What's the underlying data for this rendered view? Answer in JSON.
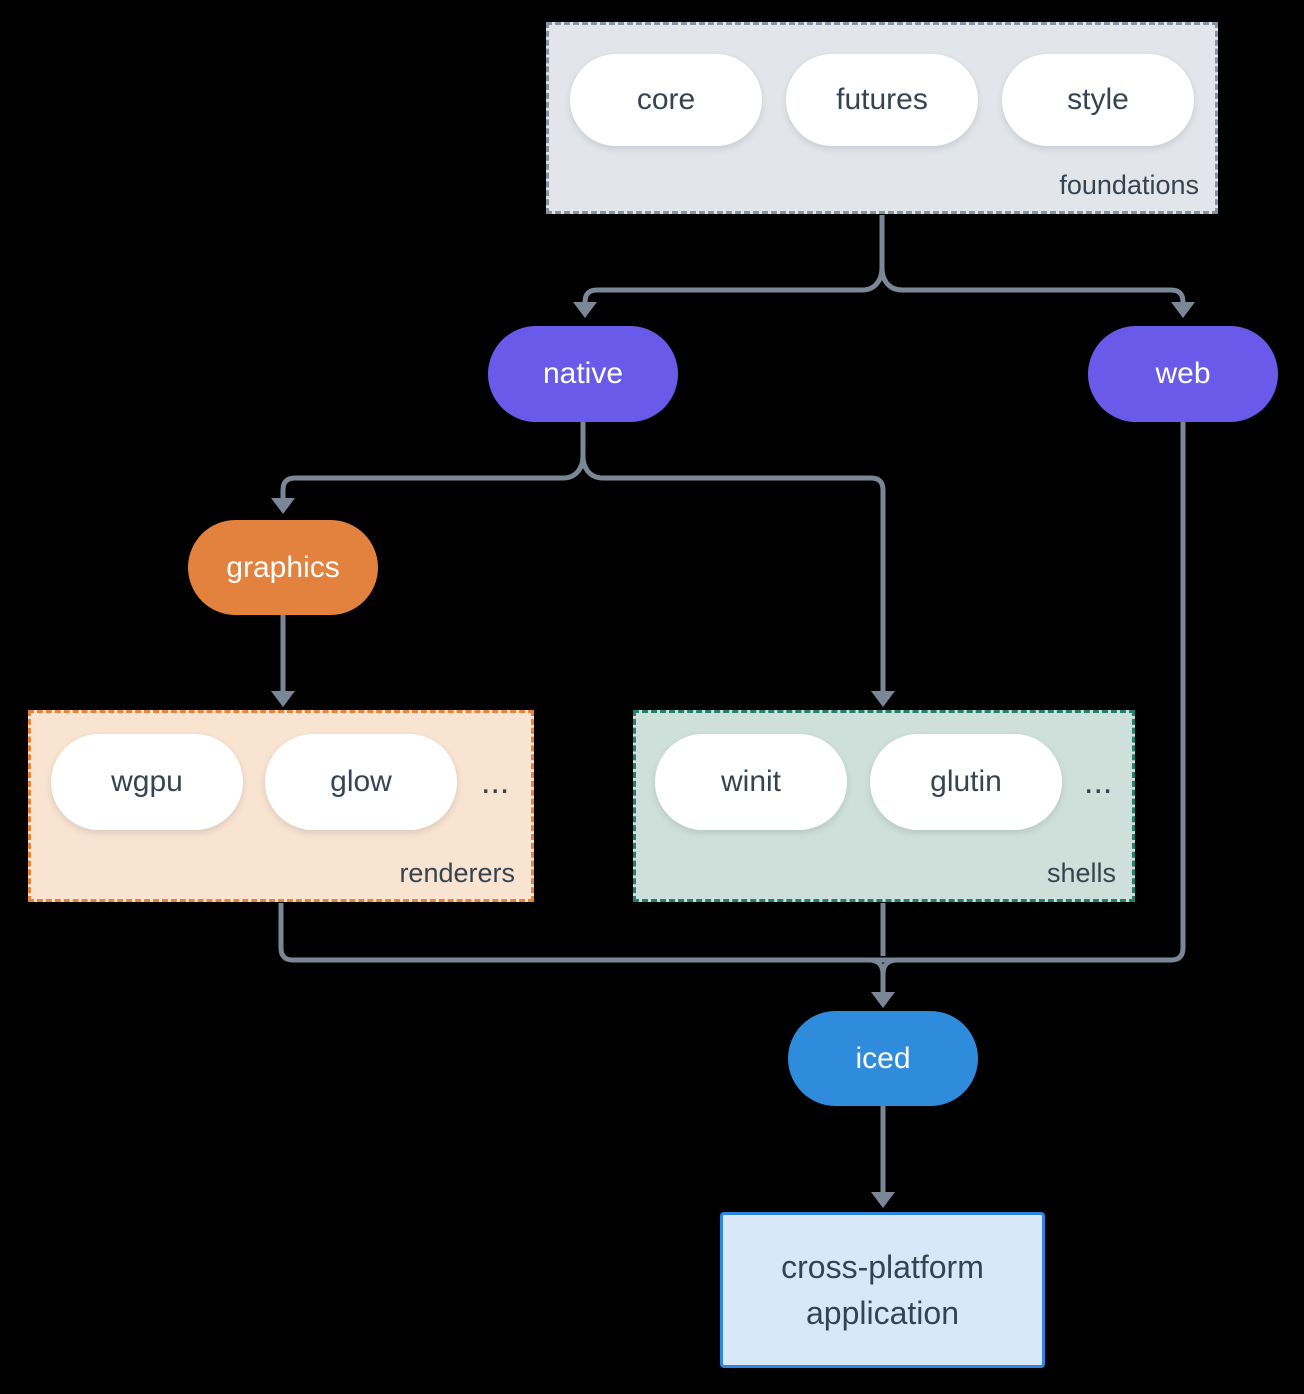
{
  "colors": {
    "background": "#000000",
    "connector": "#7A8797",
    "foundations_fill": "#E2E6EA",
    "foundations_border": "#8494A4",
    "platform_node": "#6A5AE9",
    "graphics_node": "#E2823E",
    "renderers_fill": "#F9E3D1",
    "renderers_border": "#E8833A",
    "shells_fill": "#CFE0DA",
    "shells_border": "#218070",
    "iced_node": "#2F8BDC",
    "app_fill": "#D9E8F8",
    "app_border": "#2E86DE",
    "text_dark": "#364452"
  },
  "foundations": {
    "label": "foundations",
    "items": [
      "core",
      "futures",
      "style"
    ]
  },
  "platforms": {
    "native": "native",
    "web": "web"
  },
  "graphics": {
    "label": "graphics"
  },
  "renderers": {
    "label": "renderers",
    "items": [
      "wgpu",
      "glow"
    ],
    "more": "..."
  },
  "shells": {
    "label": "shells",
    "items": [
      "winit",
      "glutin"
    ],
    "more": "..."
  },
  "iced": {
    "label": "iced"
  },
  "application": {
    "line1": "cross-platform",
    "line2": "application"
  }
}
